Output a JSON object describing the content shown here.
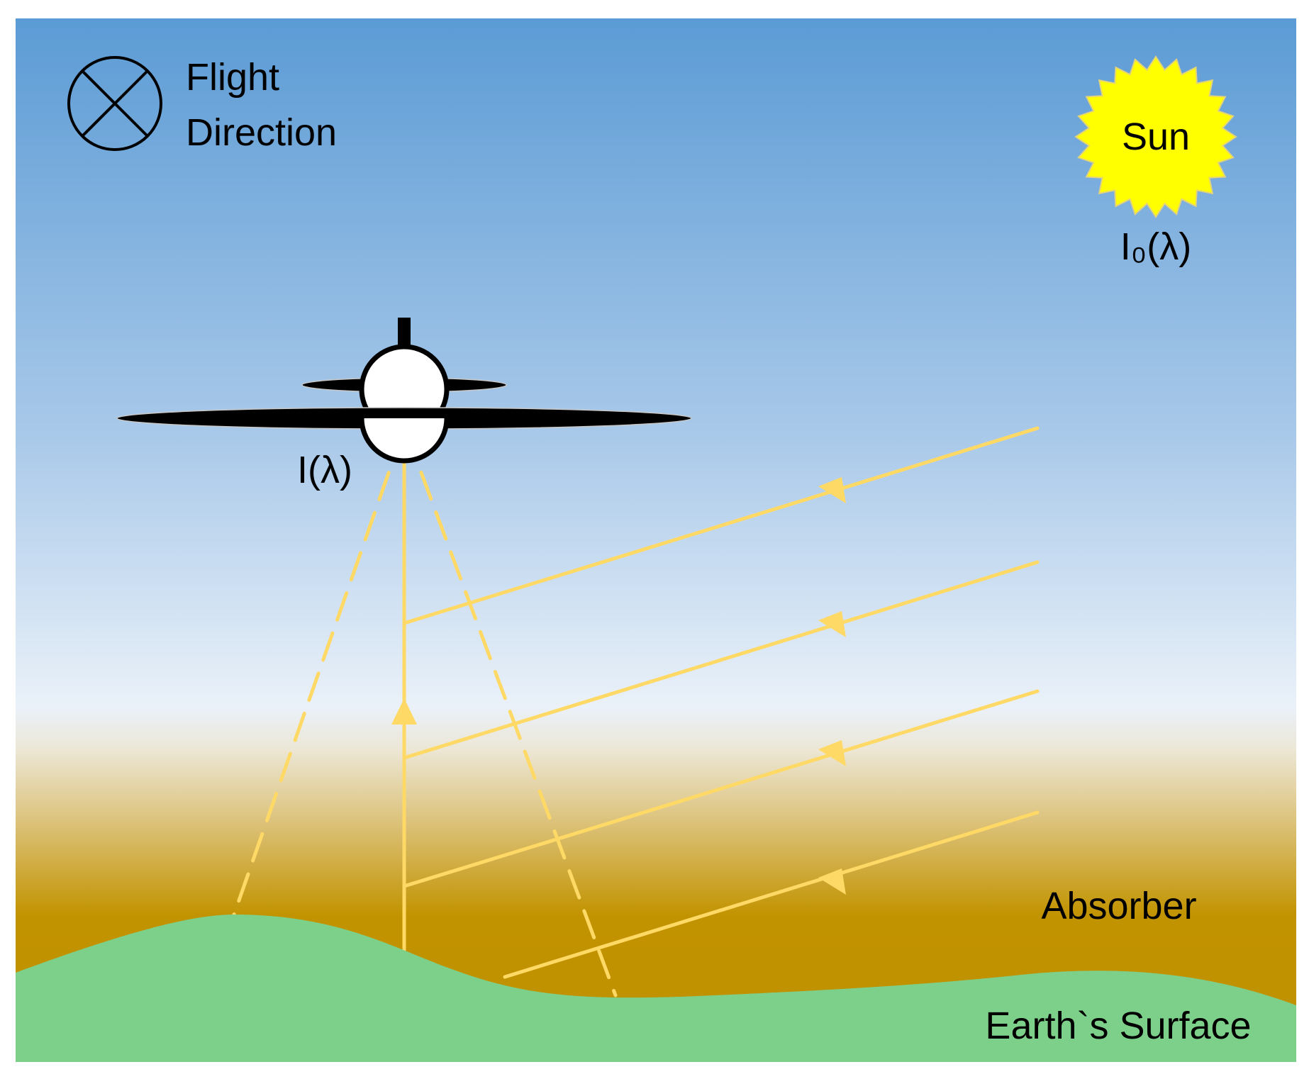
{
  "labels": {
    "flight_direction_line1": "Flight",
    "flight_direction_line2": "Direction",
    "sun": "Sun",
    "solar_irradiance": "I₀(λ)",
    "measured_intensity": "I(λ)",
    "absorber": "Absorber",
    "earth_surface": "Earth`s Surface"
  },
  "icons": {
    "flight_direction": "circled-x-icon",
    "sun": "sun-icon",
    "aircraft": "aircraft-front-view-icon"
  },
  "colors": {
    "sky_top": "#5b9bd5",
    "sky_horizon": "#eaf1f9",
    "absorber": "#bf9000",
    "earth_surface": "#7dd08a",
    "sun": "#ffff00",
    "light_rays": "#ffd966"
  }
}
